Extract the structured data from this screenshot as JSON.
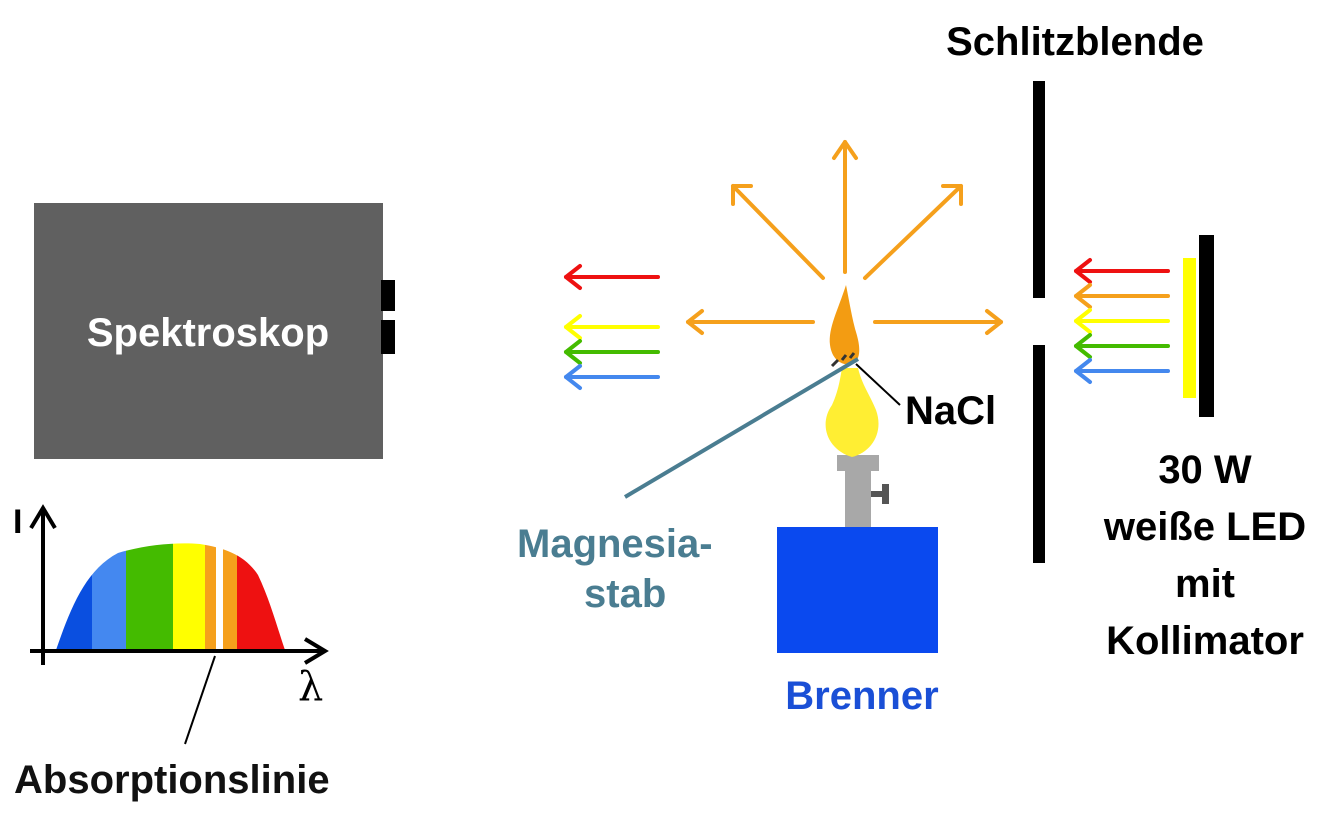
{
  "labels": {
    "spektroskop": "Spektroskop",
    "schlitzblende": "Schlitzblende",
    "nacl": "NaCl",
    "magnesia_line1": "Magnesia-",
    "magnesia_line2": "stab",
    "brenner": "Brenner",
    "led_line1": "30 W",
    "led_line2": "weiße LED",
    "led_line3": "mit",
    "led_line4": "Kollimator",
    "absorptionslinie": "Absorptionslinie",
    "axis_y": "I",
    "axis_x": "λ"
  },
  "colors": {
    "spectroscope_body": "#606060",
    "burner_body": "#0a49ef",
    "burner_label": "#1a4fd6",
    "magnesia_rod": "#4a7d91",
    "emission_orange": "#f5a01c",
    "flame_yellow": "#ffee33",
    "red": "#ee1111",
    "orange": "#f5a01c",
    "yellow": "#ffff00",
    "green": "#44bb00",
    "blue": "#4488ee"
  },
  "incoming_rays": [
    "red",
    "orange",
    "yellow",
    "green",
    "blue"
  ],
  "transmitted_rays": [
    "red",
    "yellow",
    "green",
    "blue"
  ],
  "spectrum_bands": [
    "#0a4fe0",
    "#4488f0",
    "#44bb00",
    "#ffff00",
    "#f5a01c",
    "#ee1111"
  ]
}
